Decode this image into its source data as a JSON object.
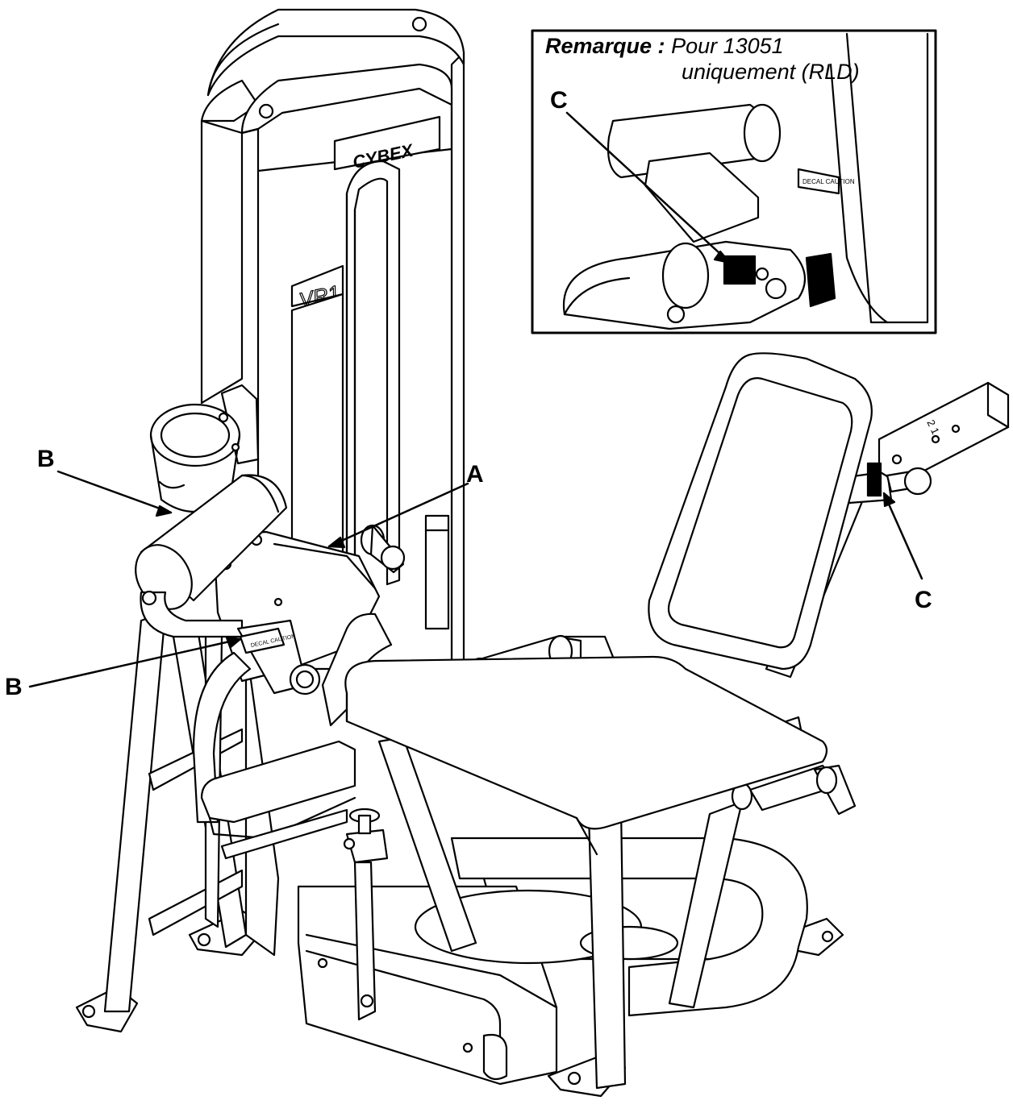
{
  "brand": {
    "logo_text": "CYBEX",
    "model": "VR1"
  },
  "inset": {
    "note_label": "Remarque :",
    "note_line1": "Pour 13051",
    "note_line2": "uniquement (RLD)",
    "decal_caution": "DECAL CAUTION"
  },
  "callouts": [
    {
      "id": "A",
      "label": "A"
    },
    {
      "id": "B",
      "label": "B"
    },
    {
      "id": "B2",
      "label": "B"
    },
    {
      "id": "C",
      "label": "C"
    },
    {
      "id": "C2",
      "label": "C"
    }
  ],
  "decals": {
    "pivot_decal": "DECAL CAUTION",
    "seat_adjust_numbers": "2  1"
  },
  "colors": {
    "line": "#000000",
    "background": "#ffffff",
    "fill": "#ffffff"
  }
}
